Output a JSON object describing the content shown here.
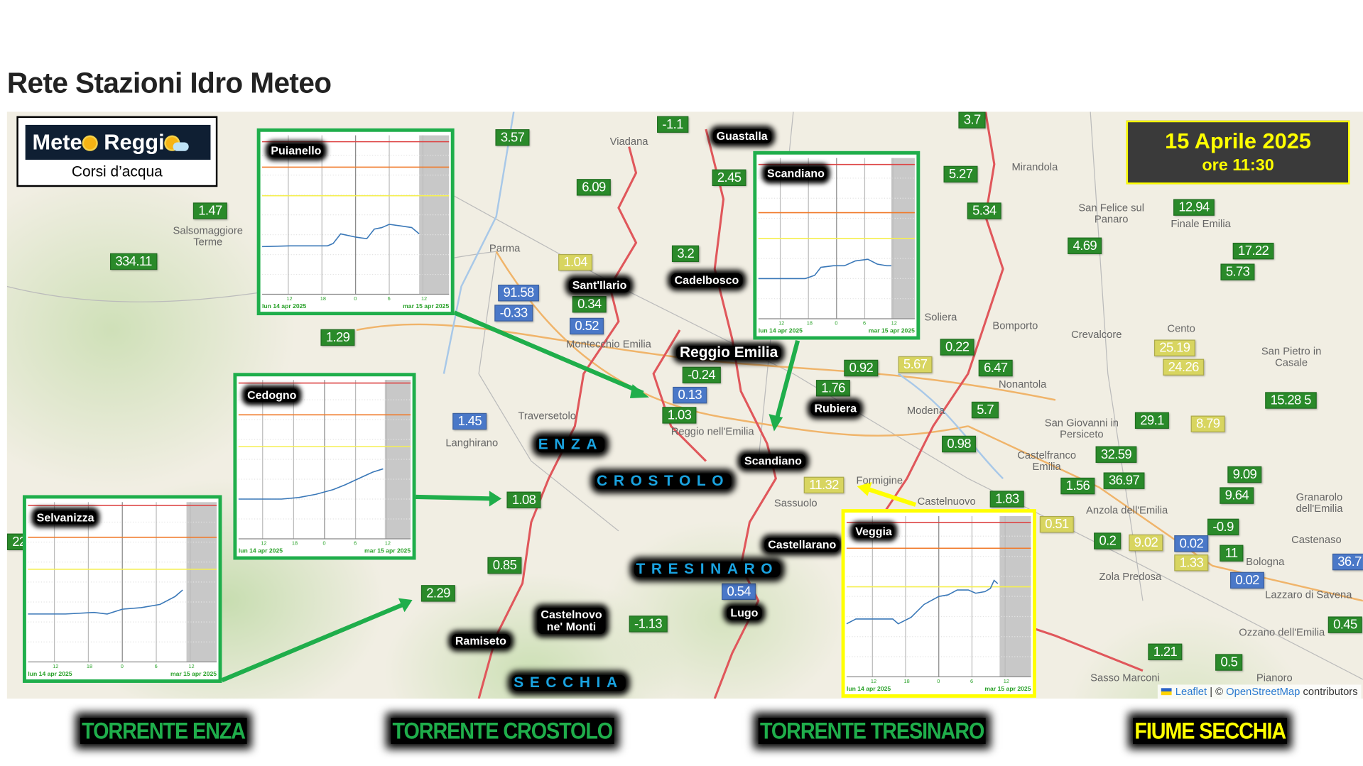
{
  "page_title": "Rete Stazioni Idro Meteo",
  "logo": {
    "text_left": "Mete",
    "text_right": "Reggi",
    "subtitle": "Corsi d’acqua"
  },
  "date": {
    "day": "15 Aprile 2025",
    "time": "ore 11:30"
  },
  "attribution": {
    "leaflet": "Leaflet",
    "sep": " | © ",
    "osm": "OpenStreetMap",
    "rest": " contributors"
  },
  "markers": [
    {
      "v": "3.57",
      "c": "g"
    },
    {
      "v": "-1.1",
      "c": "g"
    },
    {
      "v": "3.7",
      "c": "g"
    },
    {
      "v": "1.47",
      "c": "g"
    },
    {
      "v": "6.09",
      "c": "g"
    },
    {
      "v": "2.45",
      "c": "g"
    },
    {
      "v": "5.27",
      "c": "g"
    },
    {
      "v": "5.34",
      "c": "g"
    },
    {
      "v": "12.94",
      "c": "g"
    },
    {
      "v": "334.11",
      "c": "g"
    },
    {
      "v": "3.2",
      "c": "g"
    },
    {
      "v": "1.04",
      "c": "y"
    },
    {
      "v": "4.69",
      "c": "g"
    },
    {
      "v": "17.22",
      "c": "g"
    },
    {
      "v": "5.73",
      "c": "g"
    },
    {
      "v": "91.58",
      "c": "b"
    },
    {
      "v": "-0.33",
      "c": "b"
    },
    {
      "v": "0.34",
      "c": "g"
    },
    {
      "v": "0.52",
      "c": "b"
    },
    {
      "v": "1.29",
      "c": "g"
    },
    {
      "v": "25.19",
      "c": "y"
    },
    {
      "v": "24.26",
      "c": "y"
    },
    {
      "v": "0.92",
      "c": "g"
    },
    {
      "v": "5.67",
      "c": "y"
    },
    {
      "v": "0.22",
      "c": "g"
    },
    {
      "v": "6.47",
      "c": "g"
    },
    {
      "v": "-0.24",
      "c": "g"
    },
    {
      "v": "0.13",
      "c": "b"
    },
    {
      "v": "1.76",
      "c": "g"
    },
    {
      "v": "1.03",
      "c": "g"
    },
    {
      "v": "1.45",
      "c": "b"
    },
    {
      "v": "5.7",
      "c": "g"
    },
    {
      "v": "15.28 5",
      "c": "g"
    },
    {
      "v": "29.1",
      "c": "g"
    },
    {
      "v": "8.79",
      "c": "y"
    },
    {
      "v": "0.98",
      "c": "g"
    },
    {
      "v": "32.59",
      "c": "g"
    },
    {
      "v": "1.08",
      "c": "g"
    },
    {
      "v": "11.32",
      "c": "y"
    },
    {
      "v": "36.97",
      "c": "g"
    },
    {
      "v": "1.56",
      "c": "g"
    },
    {
      "v": "9.09",
      "c": "g"
    },
    {
      "v": "9.64",
      "c": "g"
    },
    {
      "v": "1.83",
      "c": "g"
    },
    {
      "v": "0.51",
      "c": "y"
    },
    {
      "v": "-0.9",
      "c": "g"
    },
    {
      "v": "0.2",
      "c": "g"
    },
    {
      "v": "9.02",
      "c": "y"
    },
    {
      "v": "0.02",
      "c": "b"
    },
    {
      "v": "11",
      "c": "g"
    },
    {
      "v": "1.33",
      "c": "y"
    },
    {
      "v": "36.7",
      "c": "b"
    },
    {
      "v": "0.02",
      "c": "b"
    },
    {
      "v": "0.85",
      "c": "g"
    },
    {
      "v": "2.29",
      "c": "g"
    },
    {
      "v": "0.54",
      "c": "b"
    },
    {
      "v": "-1.13",
      "c": "g"
    },
    {
      "v": "0.45",
      "c": "g"
    },
    {
      "v": "1.21",
      "c": "g"
    },
    {
      "v": "0.5",
      "c": "g"
    },
    {
      "v": "22",
      "c": "g"
    }
  ],
  "towns": [
    "Parma",
    "Montecchio Emilia",
    "Traversetolo",
    "Langhirano",
    "Mirandola",
    "Modena",
    "San Felice sul Panaro",
    "Finale Emilia",
    "Bomporto",
    "Crevalcore",
    "Cento",
    "San Pietro in Casale",
    "Nonantola",
    "Castelfranco Emilia",
    "Formigine",
    "Castelnuovo",
    "San Giovanni in Persiceto",
    "Anzola dell'Emilia",
    "Zola Predosa",
    "Bologna",
    "Granarolo dell'Emilia",
    "Castenaso",
    "Lazzaro di Savena",
    "Ozzano dell'Emilia",
    "Soliera",
    "Reggio nell'Emilia",
    "Viadana",
    "Salsomaggiore Terme",
    "Sassuolo",
    "Sasso Marconi",
    "Pianoro"
  ],
  "places": [
    "Guastalla",
    "Cadelbosco",
    "Sant'Ilario",
    "Reggio Emilia",
    "Rubiera",
    "Scandiano",
    "Castellarano",
    "Lugo",
    "Castelnovo ne' Monti",
    "Ramiseto"
  ],
  "rivers": [
    "ENZA",
    "CROSTOLO",
    "TRESINARO",
    "SECCHIA"
  ],
  "bottom_labels": [
    {
      "text": "TORRENTE ENZA",
      "color": "#1fae4b"
    },
    {
      "text": "TORRENTE CROSTOLO",
      "color": "#1fae4b"
    },
    {
      "text": "TORRENTE TRESINARO",
      "color": "#1fae4b"
    },
    {
      "text": "FIUME SECCHIA",
      "color": "#ffff00"
    }
  ],
  "chart_data": [
    {
      "type": "line",
      "title": "Puianello",
      "frame": "#1fae4b",
      "x_start_label": "lun 14 apr 2025",
      "x_end_label": "mar 15 apr 2025",
      "x_ticks": [
        "12",
        "18",
        "0",
        "6",
        "12"
      ],
      "thresholds": {
        "red": 0.96,
        "orange": 0.8,
        "yellow": 0.62
      },
      "nowcast_from": 0.84,
      "x": [
        0,
        0.15,
        0.35,
        0.38,
        0.42,
        0.5,
        0.56,
        0.6,
        0.64,
        0.68,
        0.74,
        0.8,
        0.84
      ],
      "level": [
        0.3,
        0.305,
        0.305,
        0.32,
        0.38,
        0.36,
        0.35,
        0.41,
        0.42,
        0.44,
        0.43,
        0.42,
        0.38
      ]
    },
    {
      "type": "line",
      "title": "Scandiano",
      "frame": "#1fae4b",
      "x_start_label": "lun 14 apr 2025",
      "x_end_label": "mar 15 apr 2025",
      "x_ticks": [
        "12",
        "18",
        "0",
        "6",
        "12"
      ],
      "thresholds": {
        "red": 0.96,
        "orange": 0.66,
        "yellow": 0.5
      },
      "nowcast_from": 0.85,
      "x": [
        0,
        0.3,
        0.36,
        0.4,
        0.48,
        0.55,
        0.62,
        0.7,
        0.76,
        0.82,
        0.85
      ],
      "level": [
        0.25,
        0.25,
        0.27,
        0.32,
        0.33,
        0.33,
        0.36,
        0.37,
        0.34,
        0.33,
        0.33
      ]
    },
    {
      "type": "line",
      "title": "Cedogno",
      "frame": "#1fae4b",
      "x_start_label": "lun 14 apr 2025",
      "x_end_label": "mar 15 apr 2025",
      "x_ticks": [
        "12",
        "18",
        "0",
        "6",
        "12"
      ],
      "thresholds": {
        "red": 0.98,
        "orange": 0.78,
        "yellow": 0.58
      },
      "nowcast_from": 0.85,
      "x": [
        0,
        0.25,
        0.35,
        0.45,
        0.55,
        0.62,
        0.7,
        0.78,
        0.84
      ],
      "level": [
        0.25,
        0.25,
        0.26,
        0.28,
        0.31,
        0.34,
        0.38,
        0.42,
        0.44
      ]
    },
    {
      "type": "line",
      "title": "Selvanizza",
      "frame": "#1fae4b",
      "x_start_label": "lun 14 apr 2025",
      "x_end_label": "mar 15 apr 2025",
      "x_ticks": [
        "12",
        "18",
        "0",
        "6",
        "12"
      ],
      "thresholds": {
        "red": 0.98,
        "orange": 0.78,
        "yellow": 0.58
      },
      "nowcast_from": 0.84,
      "x": [
        0,
        0.2,
        0.35,
        0.42,
        0.5,
        0.6,
        0.7,
        0.78,
        0.82
      ],
      "level": [
        0.3,
        0.3,
        0.31,
        0.3,
        0.33,
        0.34,
        0.36,
        0.41,
        0.45
      ]
    },
    {
      "type": "line",
      "title": "Veggia",
      "frame": "#ffff00",
      "x_start_label": "lun 14 apr 2025",
      "x_end_label": "mar 15 apr 2025",
      "x_ticks": [
        "12",
        "18",
        "0",
        "6",
        "12"
      ],
      "thresholds": {
        "red": 0.96,
        "orange": 0.8,
        "yellow": 0.56
      },
      "nowcast_from": 0.83,
      "x": [
        0,
        0.05,
        0.25,
        0.28,
        0.35,
        0.42,
        0.5,
        0.55,
        0.6,
        0.66,
        0.7,
        0.75,
        0.78,
        0.8,
        0.82
      ],
      "level": [
        0.33,
        0.36,
        0.36,
        0.33,
        0.37,
        0.45,
        0.5,
        0.51,
        0.54,
        0.54,
        0.52,
        0.53,
        0.55,
        0.6,
        0.58
      ]
    }
  ]
}
